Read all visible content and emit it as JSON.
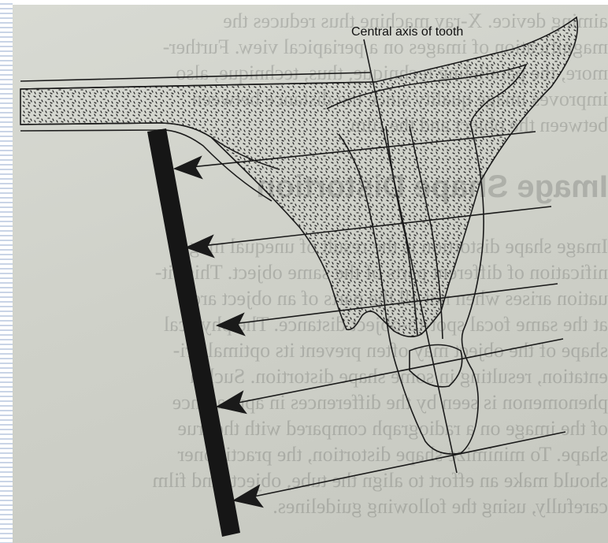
{
  "diagram": {
    "label_central_axis": "Central axis of tooth"
  },
  "bleed_through_text": {
    "heading": "Image Shape Distortion",
    "lines": [
      "aiming device. X-ray machine thus reduces the",
      "magnification of images on a periapical view. Further-",
      "more, the paralleling technique, thus, technique, also",
      "improves image quality since the distance between",
      "between the object and the film.",
      "Image shape distortion is the result of unequal mag-",
      "nification of different parts of the same object. This sit-",
      "uation arises when not all the parts of an object are",
      "at the same focal spot-to-object distance. The physical",
      "shape of the object may often prevent its optimal ori-",
      "entation, resulting in some shape distortion. Such a",
      "phenomenon is seen by the differences in appearance",
      "of the image on a radiograph compared with the true",
      "shape. To minimize shape distortion, the practitioner",
      "should make an effort to align the tube, object, and film",
      "carefully, using the following guidelines."
    ]
  },
  "colors": {
    "paper": "#cfd1c9",
    "ink": "#1a1a1a",
    "film": "#161616",
    "stripe": "#c9d4e6"
  }
}
